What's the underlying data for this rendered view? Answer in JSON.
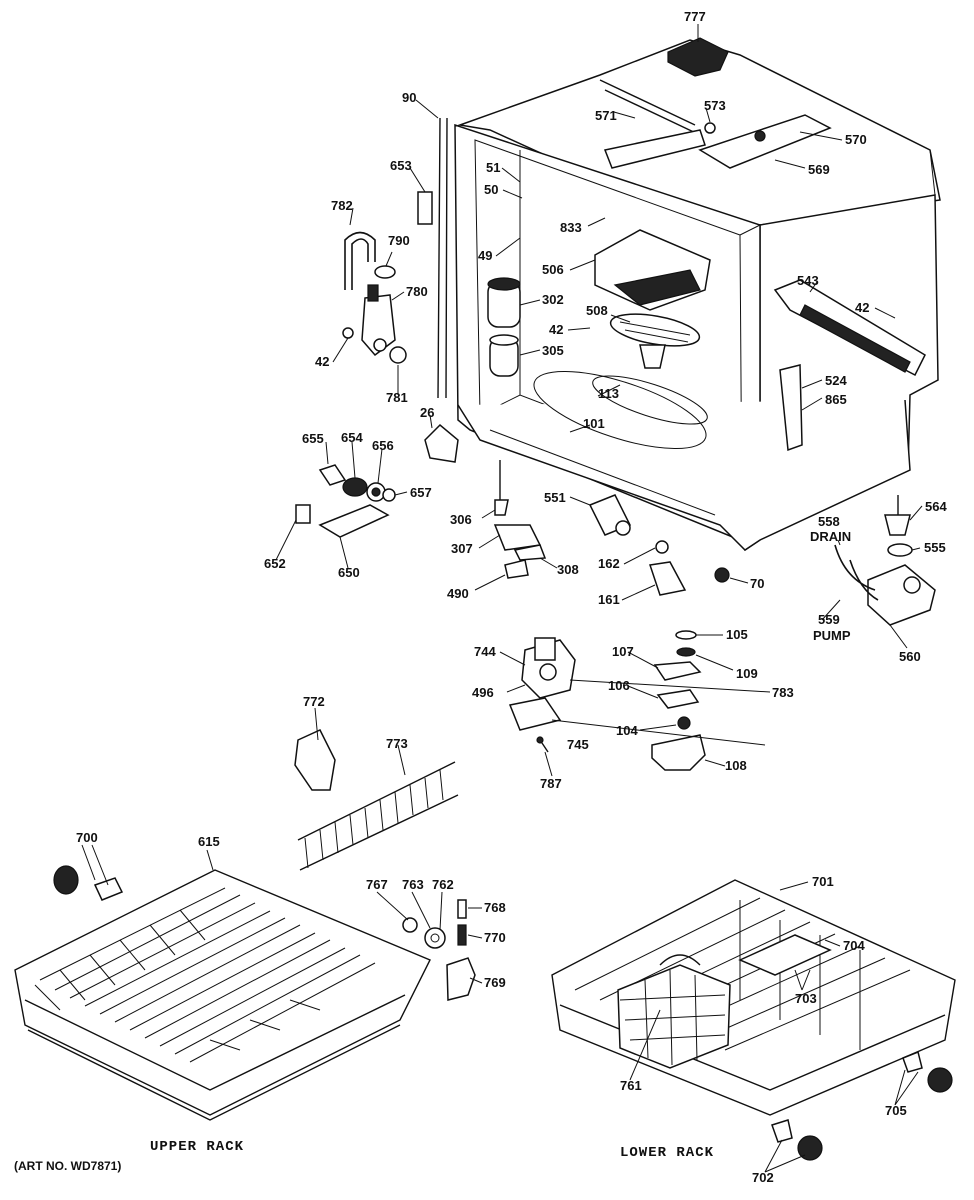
{
  "diagram": {
    "labels": {
      "p777": "777",
      "p571": "571",
      "p573": "573",
      "p570": "570",
      "p569": "569",
      "p90": "90",
      "p653": "653",
      "p51": "51",
      "p50": "50",
      "p833": "833",
      "p782": "782",
      "p790": "790",
      "p49": "49",
      "p506": "506",
      "p780": "780",
      "p302": "302",
      "p543": "543",
      "p42a": "42",
      "p42b": "42",
      "p42c": "42",
      "p508": "508",
      "p305": "305",
      "p781": "781",
      "p524": "524",
      "p113": "113",
      "p865": "865",
      "p26": "26",
      "p101": "101",
      "p655": "655",
      "p654": "654",
      "p656": "656",
      "p657": "657",
      "p551": "551",
      "p564": "564",
      "p306": "306",
      "p558": "558",
      "p555": "555",
      "p652": "652",
      "p650": "650",
      "p307": "307",
      "p308": "308",
      "p162": "162",
      "p70": "70",
      "p490": "490",
      "p161": "161",
      "p559": "559",
      "p560": "560",
      "p105": "105",
      "p744": "744",
      "p107": "107",
      "p109": "109",
      "p496": "496",
      "p783": "783",
      "p106": "106",
      "p772": "772",
      "p773": "773",
      "p745": "745",
      "p104": "104",
      "p787": "787",
      "p108": "108",
      "p700": "700",
      "p615": "615",
      "p701": "701",
      "p767": "767",
      "p763": "763",
      "p762": "762",
      "p768": "768",
      "p770": "770",
      "p769": "769",
      "p704": "704",
      "p703": "703",
      "p761": "761",
      "p705": "705",
      "p702": "702",
      "drain": "DRAIN",
      "pump": "PUMP"
    },
    "captions": {
      "upper_rack": "UPPER RACK",
      "lower_rack": "LOWER RACK",
      "art_no": "(ART NO. WD7871)"
    }
  }
}
